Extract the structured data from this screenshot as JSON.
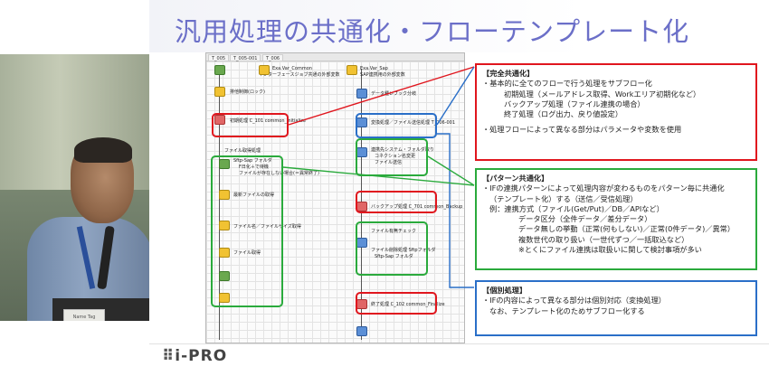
{
  "slide": {
    "title": "汎用処理の共通化・フローテンプレート化",
    "logo": "i-PRO",
    "logo_mark": "⠿"
  },
  "photo": {
    "name_tag": "Name Tag"
  },
  "flow": {
    "tabs": [
      "T_005",
      "T_005-001",
      "T_006"
    ],
    "nodes": {
      "start_left_title": "Exa.Var_Common",
      "start_left_sub": "インターフェースジョブ共通の外部変数",
      "start_right_title": "Exa.Var_Sap",
      "start_right_sub": "SAP連携用の外部変数",
      "log": "排他制御(ロック)",
      "init": "初期処理 C_101 common_Initialize",
      "data_mgmt": "データ種レブック分岐",
      "transform": "変換処理／ファイル送信処理 T_006-001",
      "file_get": "ファイル取得処理",
      "sftp": "Sftp-Sap フォルダ",
      "sftp2": "F日化＋で待機",
      "sftp3": "ファイルが存在しない場合(＝異常終了)",
      "file_sys": "連携先システム・フォルダ取り",
      "file_sys2": "コネクション名変更",
      "file_sys3": "ファイル送信",
      "data_file_get": "最新ファイルの取得",
      "backup": "バックアップ処理 C_701 common_Backup",
      "file_size": "ファイル名／ファイルサイズ取得",
      "file_check": "ファイル有無チェック",
      "file_fetch": "ファイル取得",
      "file_delete": "ファイル削除処理 Sftpフォルダ",
      "file_delete2": "Sftp-Sap フォルダ",
      "end": "終了処理 C_102 common_Finalize"
    }
  },
  "callouts": {
    "full": {
      "title": "【完全共通化】",
      "lines": [
        "・基本的に全てのフローで行う処理をサブフロー化",
        "初期処理（メールアドレス取得、Workエリア初期化など）",
        "バックアップ処理（ファイル連携の場合）",
        "終了処理（ログ出力、戻り値設定）",
        "・処理フローによって異なる部分はパラメータや変数を使用"
      ]
    },
    "pattern": {
      "title": "【パターン共通化】",
      "lines": [
        "・IFの連携パターンによって処理内容が変わるものをパターン毎に共通化",
        "（テンプレート化）する（送信／受信処理）",
        "例：連携方式（ファイル(Get/Put)／DB／APIなど）",
        "データ区分（全件データ／差分データ）",
        "データ無しの挙動（正常(何もしない)／正常(0件データ)／異常）",
        "複数世代の取り扱い（一世代ずつ／一括取込など）",
        "※とくにファイル連携は取扱いに関して検討事項が多い"
      ]
    },
    "individual": {
      "title": "【個別処理】",
      "lines": [
        "・IFの内容によって異なる部分は個別対応（変換処理）",
        "なお、テンプレート化のためサブフロー化する"
      ]
    }
  },
  "colors": {
    "title": "#6b6fc8",
    "red": "#e0161e",
    "green": "#2aaa3c",
    "blue": "#2a6fc8"
  }
}
